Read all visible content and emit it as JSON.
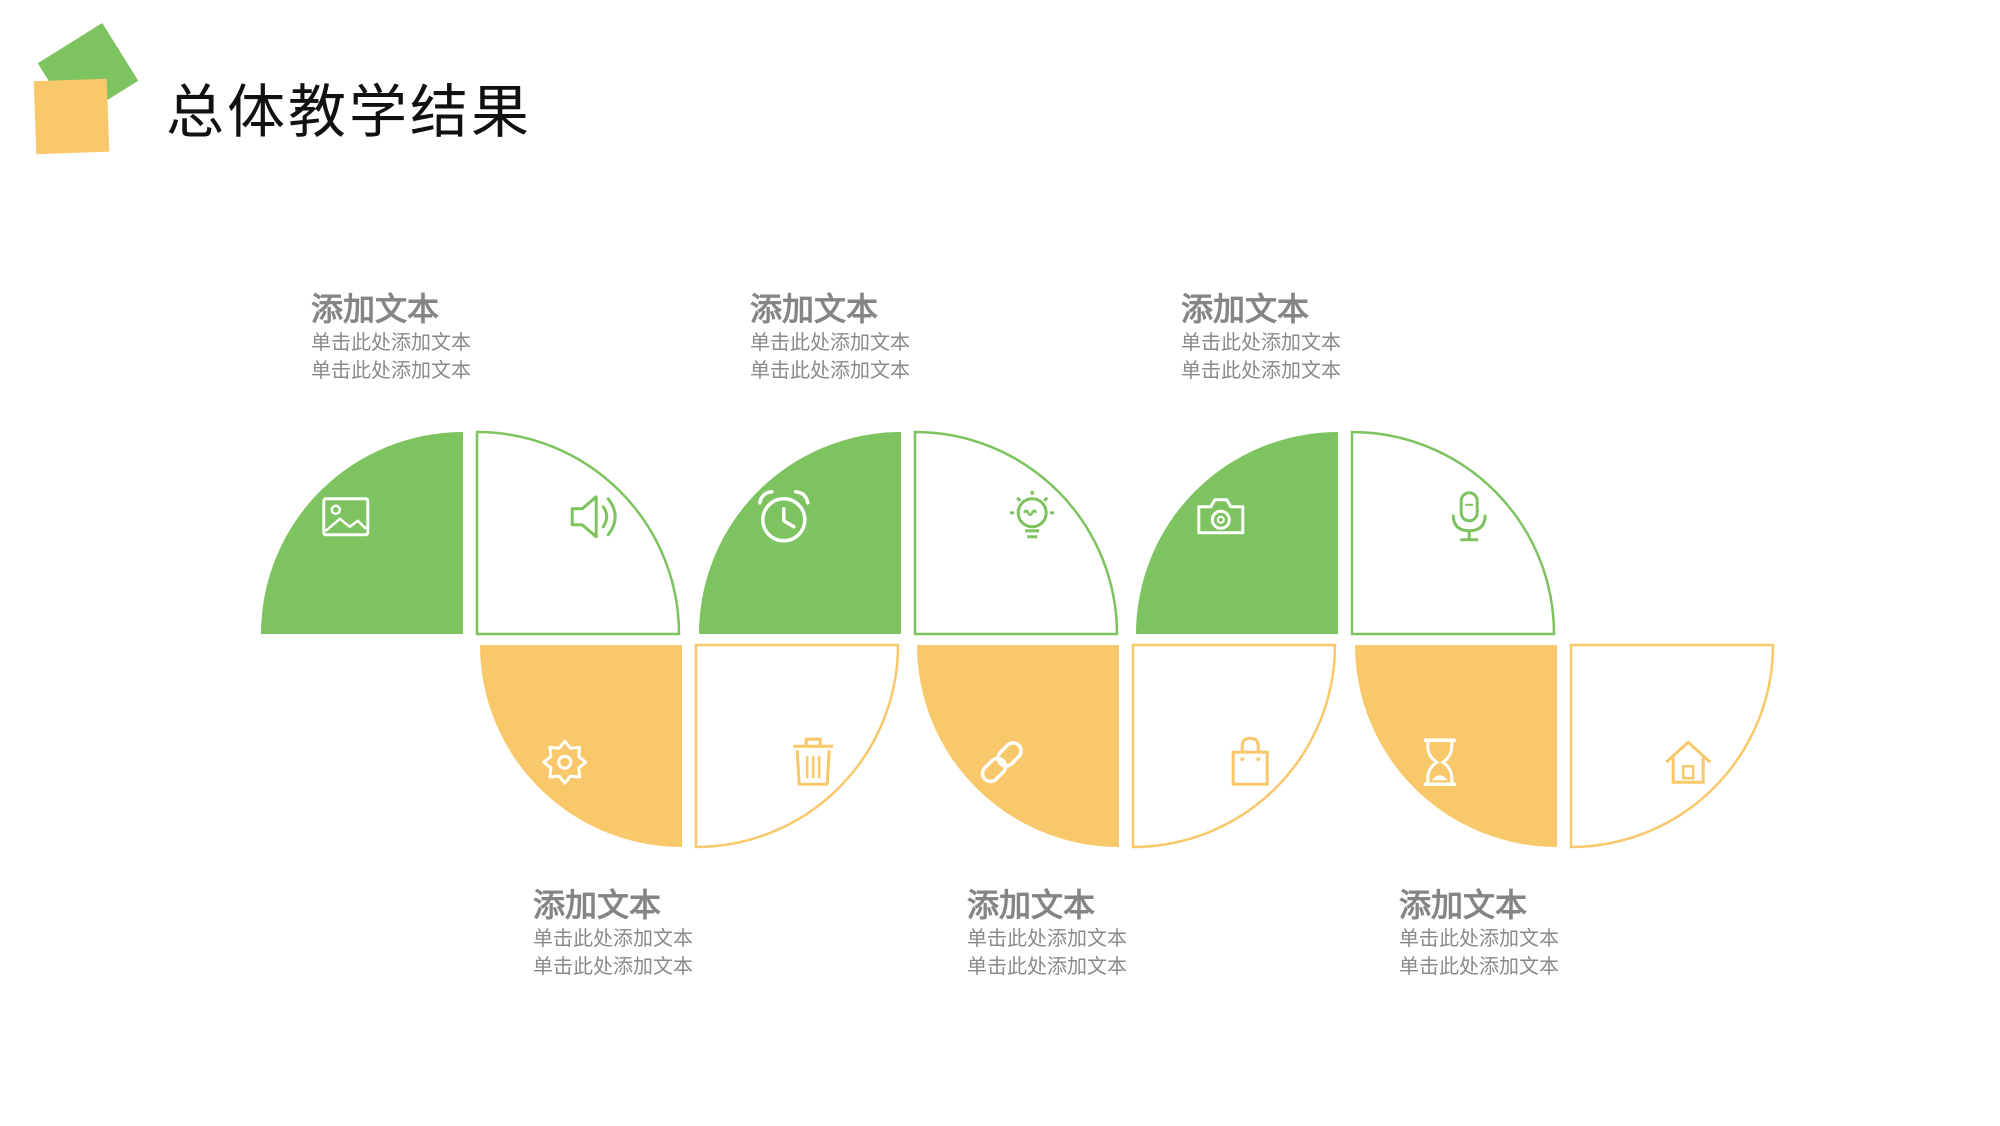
{
  "title": "总体教学结果",
  "colors": {
    "green": "#7dc35f",
    "yellow": "#f8c86a",
    "white": "#ffffff"
  },
  "top_labels": [
    {
      "title": "添加文本",
      "line1": "单击此处添加文本",
      "line2": "单击此处添加文本"
    },
    {
      "title": "添加文本",
      "line1": "单击此处添加文本",
      "line2": "单击此处添加文本"
    },
    {
      "title": "添加文本",
      "line1": "单击此处添加文本",
      "line2": "单击此处添加文本"
    }
  ],
  "bottom_labels": [
    {
      "title": "添加文本",
      "line1": "单击此处添加文本",
      "line2": "单击此处添加文本"
    },
    {
      "title": "添加文本",
      "line1": "单击此处添加文本",
      "line2": "单击此处添加文本"
    },
    {
      "title": "添加文本",
      "line1": "单击此处添加文本",
      "line2": "单击此处添加文本"
    }
  ],
  "top_icons": [
    "image-icon",
    "speaker-icon",
    "alarm-clock-icon",
    "lightbulb-icon",
    "camera-icon",
    "microphone-icon"
  ],
  "bottom_icons": [
    "gear-icon",
    "trash-icon",
    "link-icon",
    "shopping-bag-icon",
    "hourglass-icon",
    "home-icon"
  ]
}
